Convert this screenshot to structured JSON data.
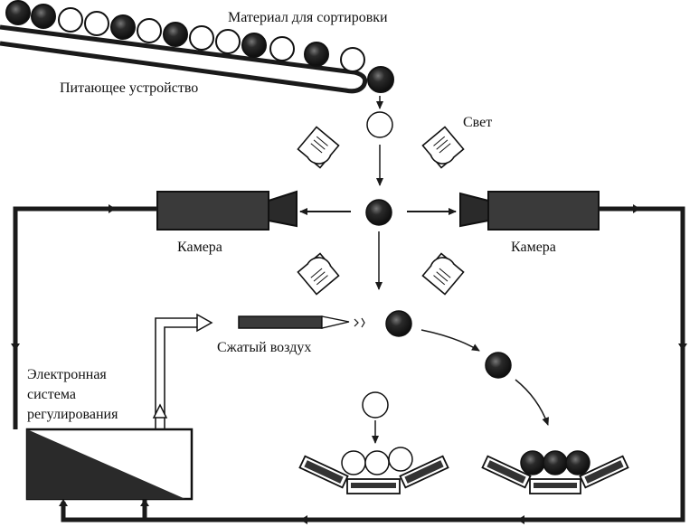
{
  "labels": {
    "material": "Материал для сортировки",
    "feeder": "Питающее устройство",
    "light": "Свет",
    "camera_left": "Камера",
    "camera_right": "Камера",
    "compressed_air": "Сжатый воздух",
    "control_line1": "Электронная",
    "control_line2": "система",
    "control_line3": "регулирования"
  },
  "colors": {
    "ink": "#1a1a1a",
    "dark_ball": "#222222",
    "light_ball": "#ffffff",
    "camera_body": "#3a3a3a"
  }
}
